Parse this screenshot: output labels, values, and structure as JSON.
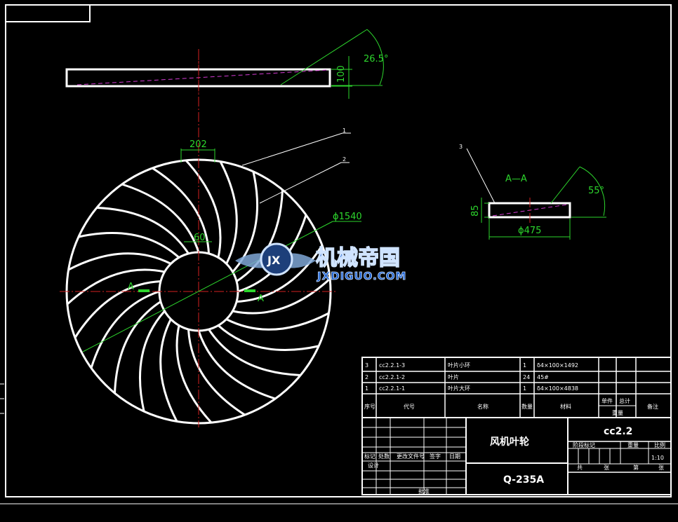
{
  "dimensions": {
    "top_angle": "26.5°",
    "top_height": "100",
    "hub_width": "202",
    "blade_gap": "60",
    "outer_diameter": "ϕ1540",
    "section_height": "85",
    "section_diameter": "ϕ475",
    "section_angle": "55°"
  },
  "section": {
    "label_a": "A",
    "mark": "A—A"
  },
  "leaders": [
    "1",
    "2",
    "3"
  ],
  "logo": {
    "cn": "机械帝国",
    "en": "JXDIGUO.COM",
    "badge": "JX"
  },
  "parts_list": {
    "rows": [
      {
        "no": "3",
        "code": "cc2.2.1-3",
        "name": "叶片小环",
        "qty": "1",
        "material": "δ4×100×1492"
      },
      {
        "no": "2",
        "code": "cc2.2.1-2",
        "name": "叶片",
        "qty": "24",
        "material": "45#"
      },
      {
        "no": "1",
        "code": "cc2.2.1-1",
        "name": "叶片大环",
        "qty": "1",
        "material": "δ4×100×4838"
      }
    ],
    "header": {
      "no": "序号",
      "code": "代号",
      "name": "名称",
      "qty": "数量",
      "material": "材料",
      "single": "单件",
      "total": "总计",
      "weight": "重量",
      "remark": "备注"
    }
  },
  "title_block": {
    "part_name": "风机叶轮",
    "drawing_no": "cc2.2",
    "material": "Q-235A",
    "labels": [
      "标记",
      "处数",
      "更改文件号",
      "签字",
      "日期",
      "设计",
      "阶段标记",
      "重量",
      "比例",
      "共",
      "张",
      "第",
      "批准"
    ],
    "scale": "1:10"
  }
}
